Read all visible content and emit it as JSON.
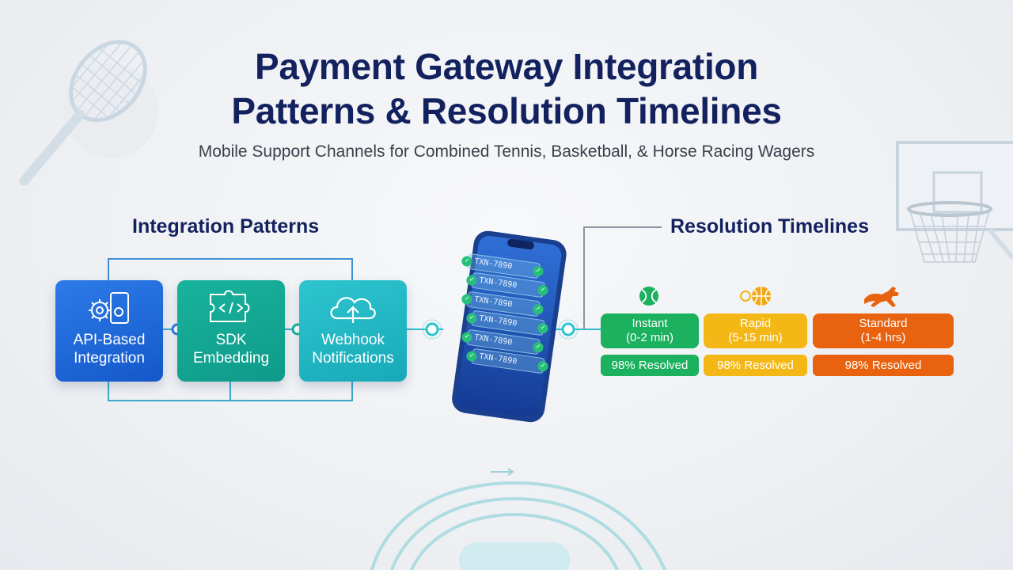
{
  "header": {
    "title_line1": "Payment Gateway Integration",
    "title_line2": "Patterns & Resolution Timelines",
    "subtitle": "Mobile Support Channels for Combined Tennis, Basketball, & Horse Racing Wagers"
  },
  "integration": {
    "heading": "Integration Patterns",
    "patterns": [
      {
        "line1": "API-Based",
        "line2": "Integration",
        "icon": "api-gear-phone-icon",
        "color": "#1f6fe0"
      },
      {
        "line1": "SDK",
        "line2": "Embedding",
        "icon": "puzzle-code-icon",
        "color": "#15a893"
      },
      {
        "line1": "Webhook",
        "line2": "Notifications",
        "icon": "cloud-upload-icon",
        "color": "#22b8c4"
      }
    ]
  },
  "phone": {
    "transaction_label": "TXN-7890",
    "transactions": [
      "TXN-7890",
      "TXN-7890",
      "TXN-7890",
      "TXN-7890",
      "TXN-7890",
      "TXN-7890"
    ]
  },
  "resolution": {
    "heading": "Resolution Timelines",
    "tiers": [
      {
        "name": "Instant",
        "time": "(0-2 min)",
        "resolved": "98% Resolved",
        "icon": "tennis-ball-icon",
        "color": "#1bb15e"
      },
      {
        "name": "Rapid",
        "time": "(5-15 min)",
        "resolved": "98% Resolved",
        "icon": "basketball-icon",
        "color": "#f3b816"
      },
      {
        "name": "Standard",
        "time": "(1-4 hrs)",
        "resolved": "98% Resolved",
        "icon": "horse-icon",
        "color": "#e8620f"
      }
    ]
  },
  "decorations": {
    "top_left": "tennis-racket-icon",
    "top_right": "basketball-hoop-icon",
    "bottom": "race-track-icon"
  }
}
